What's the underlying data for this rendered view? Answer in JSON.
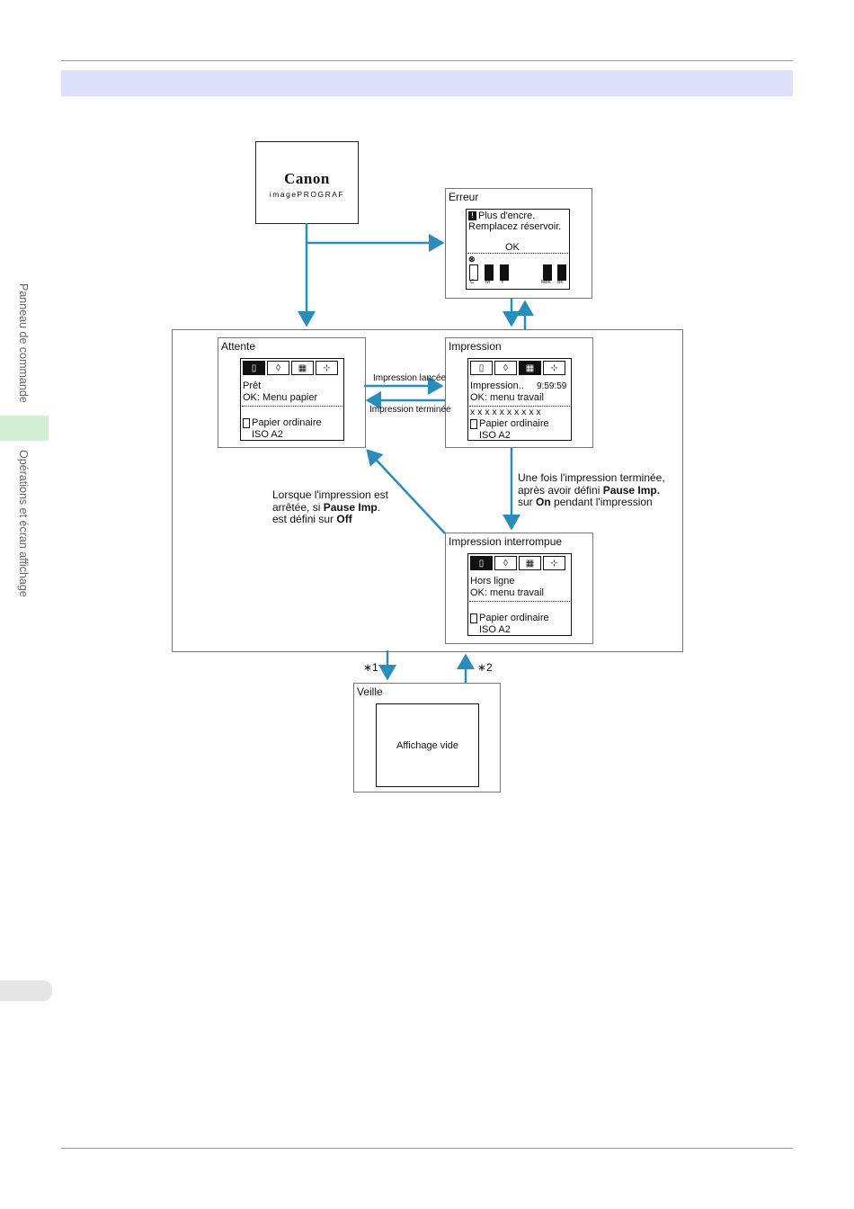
{
  "sidebar": {
    "section1": "Panneau de commande",
    "section2": "Opérations et écran affichage"
  },
  "logo": {
    "brand": "Canon",
    "product": "imagePROGRAF"
  },
  "erreur": {
    "title": "Erreur",
    "line1": "Plus d'encre.",
    "line2": "Remplacez réservoir.",
    "ok": "OK",
    "inks": [
      "C",
      "M",
      "Y",
      "MBK",
      "BK"
    ]
  },
  "attente": {
    "title": "Attente",
    "line1": "Prêt",
    "line2": "OK: Menu papier",
    "paper": "Papier ordinaire",
    "size": "ISO A2"
  },
  "impression": {
    "title": "Impression",
    "line1": "Impression..",
    "time": "9:59:59",
    "line2": "OK: menu travail",
    "line3": "x x x x x x x x x x",
    "paper": "Papier ordinaire",
    "size": "ISO A2"
  },
  "interrompue": {
    "title": "Impression interrompue",
    "line1": "Hors ligne",
    "line2": "OK: menu travail",
    "paper": "Papier ordinaire",
    "size": "ISO A2"
  },
  "veille": {
    "title": "Veille",
    "screen": "Affichage vide"
  },
  "arrows": {
    "lancee": "Impression lancée",
    "terminee": "Impression terminée",
    "note1": "∗1",
    "note2": "∗2"
  },
  "notes": {
    "left_l1": "Lorsque l'impression est",
    "left_l2_pre": "arrêtée, si ",
    "left_l2_bold": "Pause Imp",
    "left_l2_post": ".",
    "left_l3_pre": "est défini sur ",
    "left_l3_bold": "Off",
    "right_l1": "Une fois l'impression terminée,",
    "right_l2_pre": "après avoir défini ",
    "right_l2_bold": "Pause Imp.",
    "right_l3_pre": "sur ",
    "right_l3_bold": "On",
    "right_l3_post": " pendant l'impression"
  },
  "colors": {
    "arrow": "#2a8cb8",
    "band": "#dde0fb",
    "sidebar_highlight": "#d4f0d4"
  }
}
